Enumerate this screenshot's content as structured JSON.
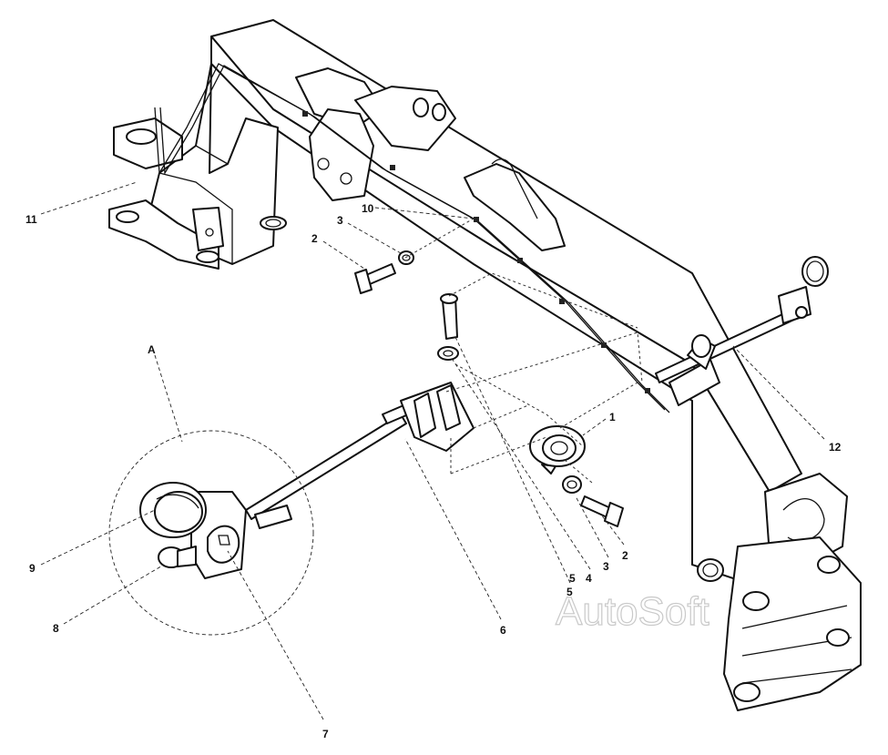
{
  "callouts": {
    "c1": "1",
    "c2a": "2",
    "c2b": "2",
    "c3a": "3",
    "c3b": "3",
    "c4": "4",
    "c5a": "5",
    "c5b": "5",
    "c6": "6",
    "c7": "7",
    "c8": "8",
    "c9": "9",
    "c10": "10",
    "c11": "11",
    "c12": "12",
    "detail_a": "A"
  },
  "watermark": "AutoSoft"
}
